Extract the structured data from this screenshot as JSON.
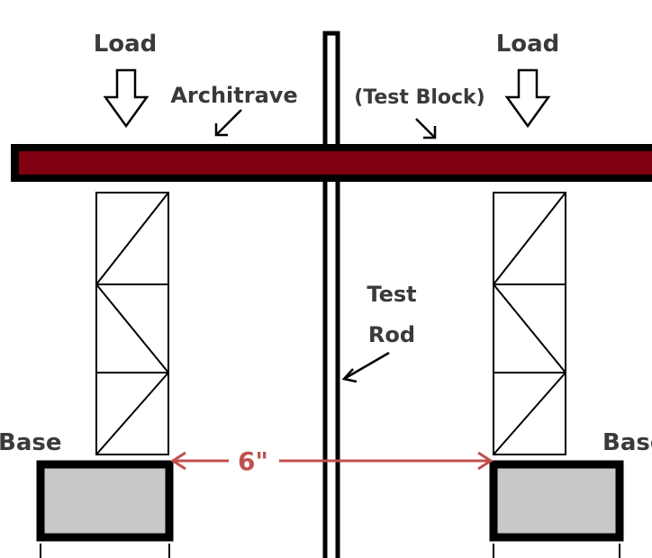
{
  "labels": {
    "load_left": "Load",
    "load_right": "Load",
    "architrave": "Architrave",
    "test_block": "(Test Block)",
    "test_rod_line1": "Test",
    "test_rod_line2": "Rod",
    "base_left": "Base",
    "base_right": "Base",
    "dimension": "6\""
  },
  "colors": {
    "architrave_fill": "#7f0011",
    "outline": "#000000",
    "base_fill": "#c8c8c8",
    "dimension": "#c0504d",
    "text": "#3a3a3a"
  }
}
